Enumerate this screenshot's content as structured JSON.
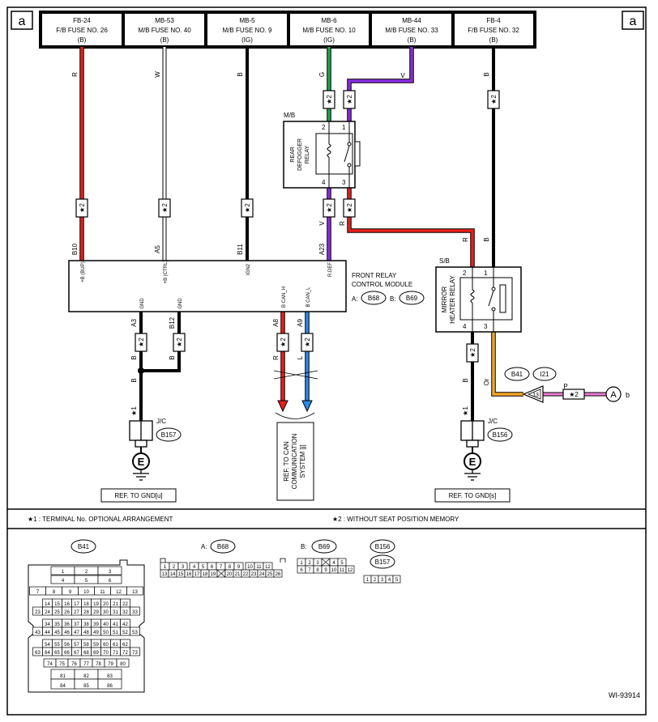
{
  "corner_labels": [
    "a",
    "a"
  ],
  "fuse_boxes": [
    {
      "l1": "FB-24",
      "l2": "F/B FUSE NO. 26",
      "l3": "(B)"
    },
    {
      "l1": "MB-53",
      "l2": "M/B FUSE NO. 40",
      "l3": "(B)"
    },
    {
      "l1": "MB-5",
      "l2": "M/B FUSE NO. 9",
      "l3": "(IG)"
    },
    {
      "l1": "MB-6",
      "l2": "M/B FUSE NO. 10",
      "l3": "(IG)"
    },
    {
      "l1": "MB-44",
      "l2": "M/B FUSE NO. 33",
      "l3": "(B)"
    },
    {
      "l1": "FB-4",
      "l2": "F/B FUSE NO. 32",
      "l3": "(B)"
    }
  ],
  "wire_colors": [
    "R",
    "W",
    "B",
    "G",
    "V",
    "B",
    "V",
    "R",
    "R",
    "B",
    "B",
    "B",
    "R",
    "L",
    "B",
    "Or",
    "P"
  ],
  "star2": "★2",
  "star1": "★1",
  "mb_label": "M/B",
  "rear_defogger_relay": [
    "REAR",
    "DEFOGGER",
    "RELAY"
  ],
  "rear_relay_pins": [
    "2",
    "1",
    "4",
    "3"
  ],
  "sb_label": "S/B",
  "mirror_heater_relay": [
    "MIRROR",
    "HEATER RELAY"
  ],
  "mirror_relay_pins": [
    "2",
    "1",
    "4",
    "3"
  ],
  "frcm_title": [
    "FRONT RELAY",
    "CONTROL MODULE"
  ],
  "frcm_conn_a_prefix": "A:",
  "frcm_conn_a": "B68",
  "frcm_conn_b_prefix": "B:",
  "frcm_conn_b": "B69",
  "frcm_pin_ids": [
    "B10",
    "A5",
    "B11",
    "A23",
    "A3",
    "B12",
    "A8",
    "A9"
  ],
  "frcm_pin_names": [
    "+B (BUP)",
    "+B (CTRL)",
    "IGN2",
    "R.DEF",
    "GND",
    "GND",
    "B CAN_H",
    "B CAN_L"
  ],
  "jc_label": "J/C",
  "jc_left": "B157",
  "jc_right": "B156",
  "ground_symbol": "E",
  "ref_gnd_left": "REF. TO GND[u]",
  "ref_gnd_right": "REF. TO GND[s]",
  "can_ref": [
    "REF. TO CAN",
    "COMMUNICATION",
    "SYSTEM [j]"
  ],
  "conn_b41": "B41",
  "conn_i21": "I21",
  "pin_13": "13",
  "ref_a": "A",
  "ref_b": "b",
  "footnote1": "★1  : TERMINAL No. OPTIONAL ARRANGEMENT",
  "footnote2": "★2  : WITHOUT SEAT POSITION MEMORY",
  "legend": {
    "b41_label": "B41",
    "a_prefix": "A:",
    "a_label": "B68",
    "b_prefix": "B:",
    "b_label": "B69",
    "b156_label": "B156",
    "b157_label": "B157",
    "b41_rows": [
      [
        "1",
        "2",
        "3"
      ],
      [
        "4",
        "5",
        "6"
      ],
      [
        "7",
        "8",
        "9",
        "10",
        "11",
        "12",
        "13"
      ],
      [
        "14",
        "15",
        "16",
        "17",
        "18",
        "19",
        "20",
        "21",
        "22"
      ],
      [
        "23",
        "24",
        "25",
        "26",
        "27",
        "28",
        "29",
        "30",
        "31",
        "32",
        "33"
      ],
      [
        "34",
        "35",
        "36",
        "37",
        "38",
        "39",
        "40",
        "41",
        "42"
      ],
      [
        "43",
        "44",
        "45",
        "46",
        "47",
        "48",
        "49",
        "50",
        "51",
        "52",
        "53"
      ],
      [
        "54",
        "55",
        "56",
        "57",
        "58",
        "59",
        "60",
        "61",
        "62"
      ],
      [
        "63",
        "64",
        "65",
        "66",
        "67",
        "68",
        "69",
        "70",
        "71",
        "72",
        "73"
      ],
      [
        "74",
        "75",
        "76",
        "77",
        "78",
        "79",
        "80"
      ],
      [
        "81",
        "82",
        "83"
      ],
      [
        "84",
        "85",
        "86"
      ]
    ],
    "b68_rows": [
      [
        "1",
        "2",
        "3",
        "",
        "4",
        "5",
        "6",
        "7",
        "8",
        "9",
        "",
        "10",
        "11",
        "12"
      ],
      [
        "13",
        "14",
        "15",
        "16",
        "17",
        "18",
        "19",
        "",
        "20",
        "21",
        "22",
        "23",
        "24",
        "25",
        "26"
      ]
    ],
    "b69_rows": [
      [
        "1",
        "2",
        "3",
        "",
        "4",
        "5"
      ],
      [
        "6",
        "7",
        "8",
        "9",
        "10",
        "11",
        "12"
      ]
    ],
    "b156_row": [
      "1",
      "2",
      "3",
      "4",
      "5"
    ]
  },
  "diagram_id": "WI-93914",
  "colors": {
    "red": "#e8201a",
    "green": "#1ea24a",
    "violet": "#8a2be2",
    "blue": "#2a8ae8",
    "orange": "#f5a623",
    "pink": "#f07cd8",
    "black": "#000000"
  }
}
